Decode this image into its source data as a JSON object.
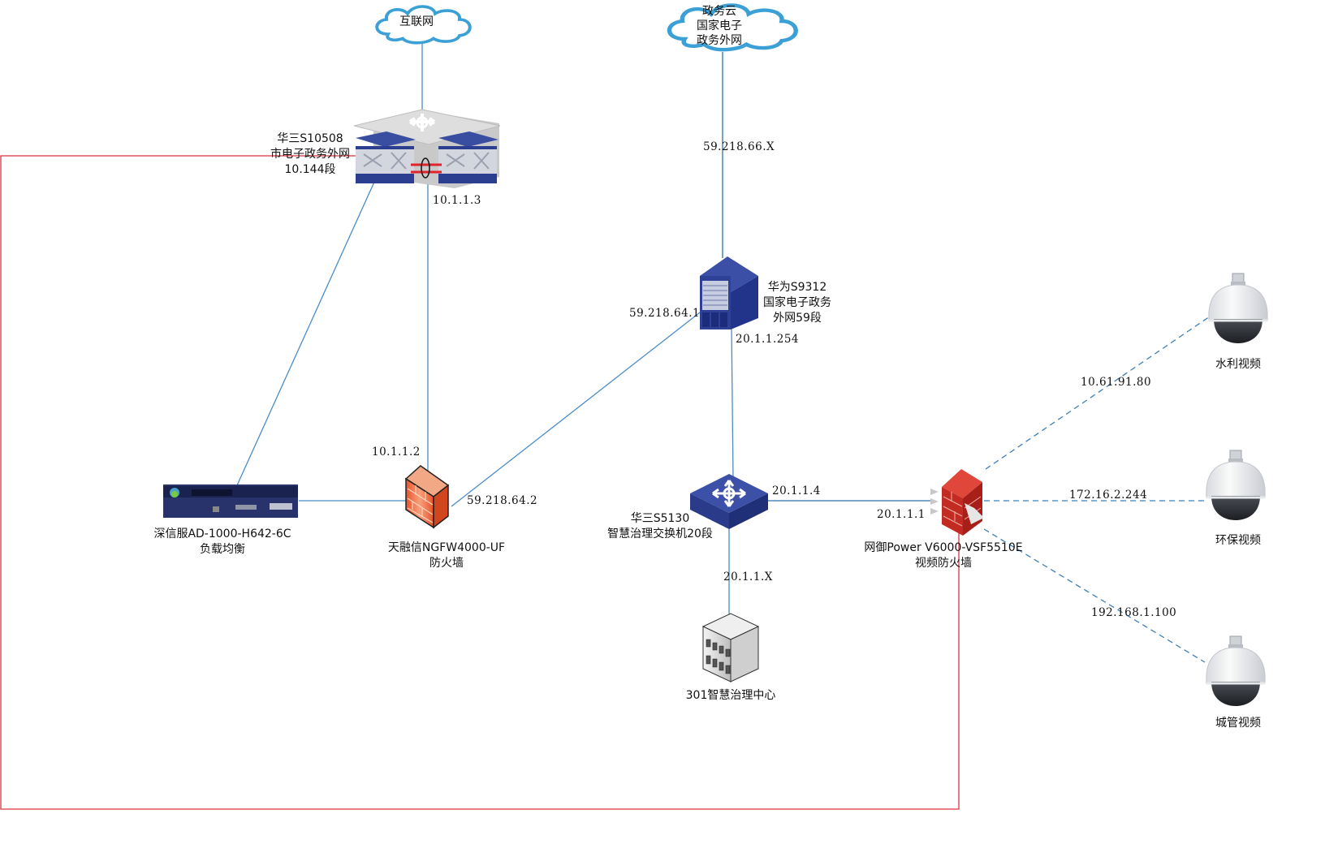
{
  "diagram": {
    "type": "network-topology",
    "line_colors": {
      "link": "#4a8cc7",
      "red_link": "#d9333f",
      "dashed_link": "#3e7fb8"
    },
    "nodes": {
      "internet": {
        "label": "互联网",
        "icon": "cloud-icon"
      },
      "gov_cloud": {
        "label_lines": [
          "政务云",
          "国家电子",
          "政务外网"
        ],
        "icon": "cloud-icon"
      },
      "core_switch": {
        "label_lines": [
          "华三S10508",
          "市电子政务外网",
          "10.144段"
        ],
        "icon": "stacked-core-switch-icon"
      },
      "huawei_switch": {
        "label_lines": [
          "华为S9312",
          "国家电子政务",
          "外网59段"
        ],
        "icon": "chassis-switch-icon"
      },
      "load_balancer": {
        "label_lines": [
          "深信服AD-1000-H642-6C",
          "负载均衡"
        ],
        "icon": "rack-appliance-icon"
      },
      "ngfw": {
        "label_lines": [
          "天融信NGFW4000-UF",
          "防火墙"
        ],
        "icon": "firewall-icon"
      },
      "access_switch": {
        "label_lines": [
          "华三S5130",
          "智慧治理交换机20段"
        ],
        "icon": "switch-icon"
      },
      "video_firewall": {
        "label_lines": [
          "网御Power V6000-VSF5510E",
          "视频防火墙"
        ],
        "icon": "firewall-icon"
      },
      "center": {
        "label": "301智慧治理中心",
        "icon": "building-icon"
      },
      "cam_water": {
        "label": "水利视频",
        "icon": "dome-camera-icon"
      },
      "cam_env": {
        "label": "环保视频",
        "icon": "dome-camera-icon"
      },
      "cam_city": {
        "label": "城管视频",
        "icon": "dome-camera-icon"
      }
    },
    "links": [
      {
        "from": "internet",
        "to": "core_switch",
        "style": "solid"
      },
      {
        "from": "gov_cloud",
        "to": "huawei_switch",
        "style": "solid",
        "label": "59.218.66.X"
      },
      {
        "from": "core_switch",
        "to": "ngfw",
        "style": "solid",
        "label": "10.1.1.3",
        "label_far": "10.1.1.2"
      },
      {
        "from": "core_switch",
        "to": "load_balancer",
        "style": "solid"
      },
      {
        "from": "load_balancer",
        "to": "ngfw",
        "style": "solid"
      },
      {
        "from": "ngfw",
        "to": "huawei_switch",
        "style": "solid",
        "label": "59.218.64.2",
        "label_far": "59.218.64.1"
      },
      {
        "from": "huawei_switch",
        "to": "access_switch",
        "style": "solid",
        "label": "20.1.1.254"
      },
      {
        "from": "access_switch",
        "to": "video_firewall",
        "style": "solid",
        "label": "20.1.1.4",
        "label_far": "20.1.1.1"
      },
      {
        "from": "access_switch",
        "to": "center",
        "style": "solid",
        "label": "20.1.1.X"
      },
      {
        "from": "video_firewall",
        "to": "cam_water",
        "style": "dashed",
        "label": "10.61.91.80"
      },
      {
        "from": "video_firewall",
        "to": "cam_env",
        "style": "dashed",
        "label": "172.16.2.244"
      },
      {
        "from": "video_firewall",
        "to": "cam_city",
        "style": "dashed",
        "label": "192.168.1.100"
      },
      {
        "from": "core_switch",
        "to": "video_firewall",
        "style": "solid-red"
      }
    ]
  }
}
